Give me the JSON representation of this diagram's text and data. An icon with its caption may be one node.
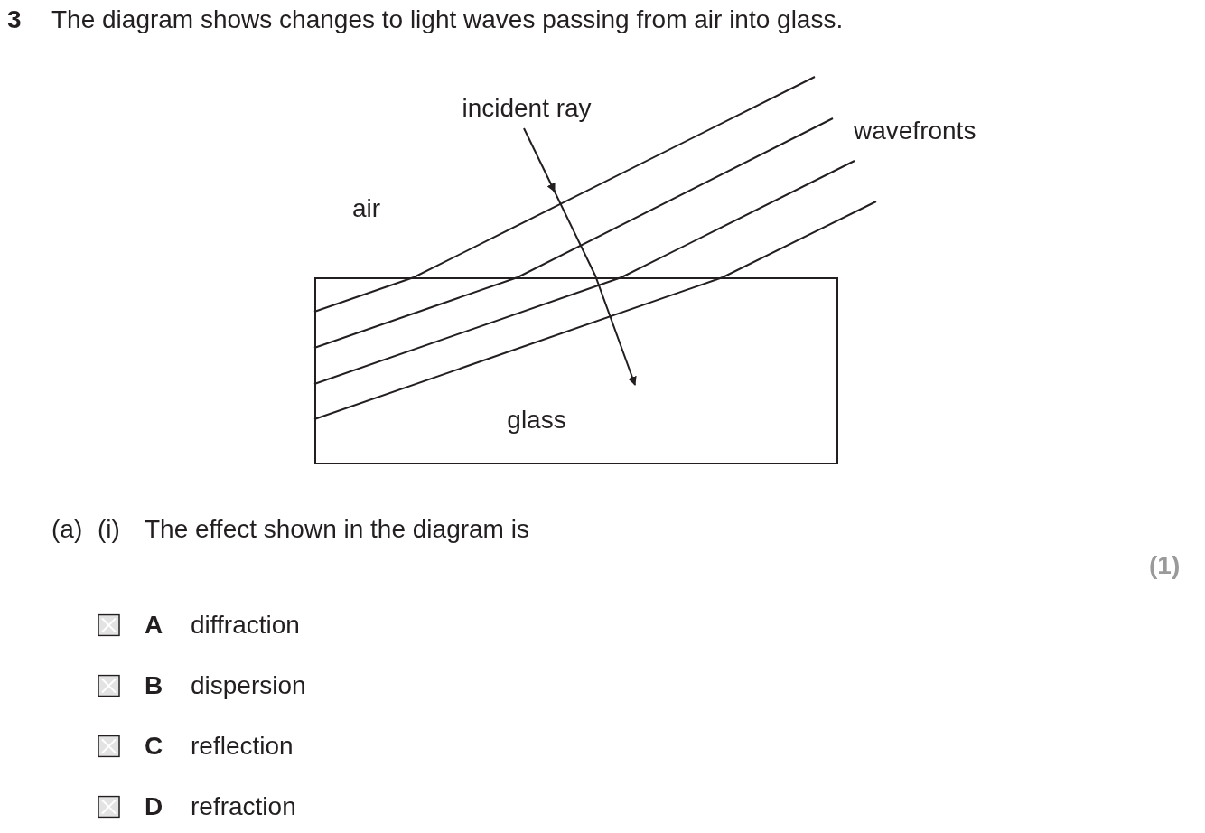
{
  "diagram": {
    "title": "The diagram shows changes to light waves passing from air into glass.",
    "nodes": [
      {
        "text": [
          "glass"
        ]
      }
    ],
    "labels": [
      "3",
      "incident ray",
      "wavefronts",
      "air",
      "(a)",
      "(i)",
      "The effect shown in the diagram is",
      "(1)",
      "A",
      "diffraction",
      "B",
      "dispersion",
      "C",
      "reflection",
      "D",
      "refraction"
    ]
  }
}
